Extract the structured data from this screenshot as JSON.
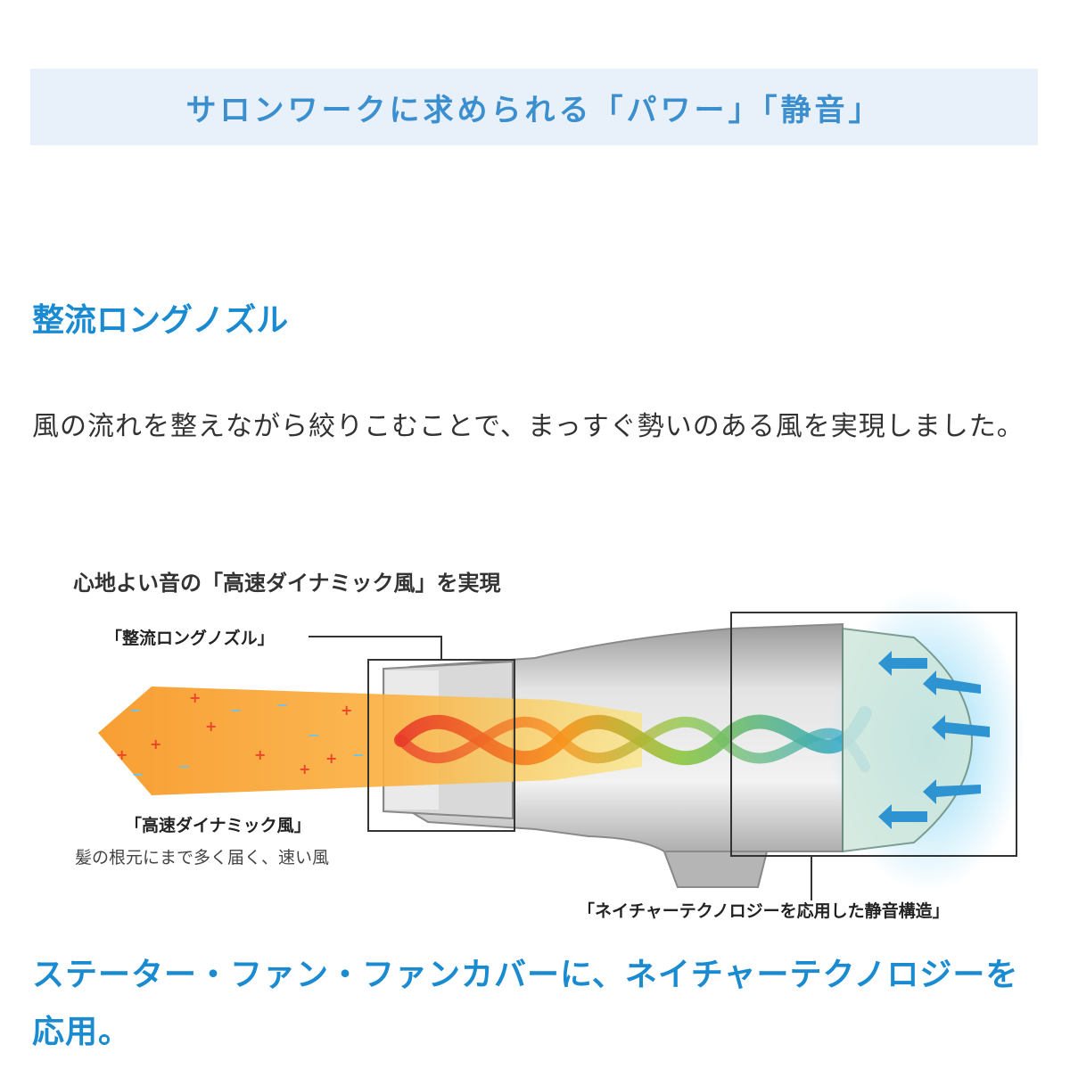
{
  "banner": {
    "title": "サロンワークに求められる「パワー」「静音」"
  },
  "section": {
    "heading": "整流ロングノズル",
    "body": "風の流れを整えながら絞りこむことで、まっすぐ勢いのある風を実現しました。"
  },
  "diagram": {
    "title": "心地よい音の「高速ダイナミック風」を実現",
    "nozzle_label": "「整流ロングノズル」",
    "wind_label": "「高速ダイナミック風」",
    "wind_sub": "髪の根元にまで多く届く、速い風",
    "quiet_label": "「ネイチャーテクノロジーを応用した静音構造」",
    "colors": {
      "wind_orange": "#f7941d",
      "wind_yellow": "#fde36b",
      "helix_red": "#e83a2a",
      "helix_green": "#58b85a",
      "helix_blue": "#2aa6d9",
      "body_gray": "#b8b8b8"
    }
  },
  "section2": {
    "heading": "ステーター・ファン・ファンカバーに、ネイチャーテクノロジーを応用。"
  }
}
